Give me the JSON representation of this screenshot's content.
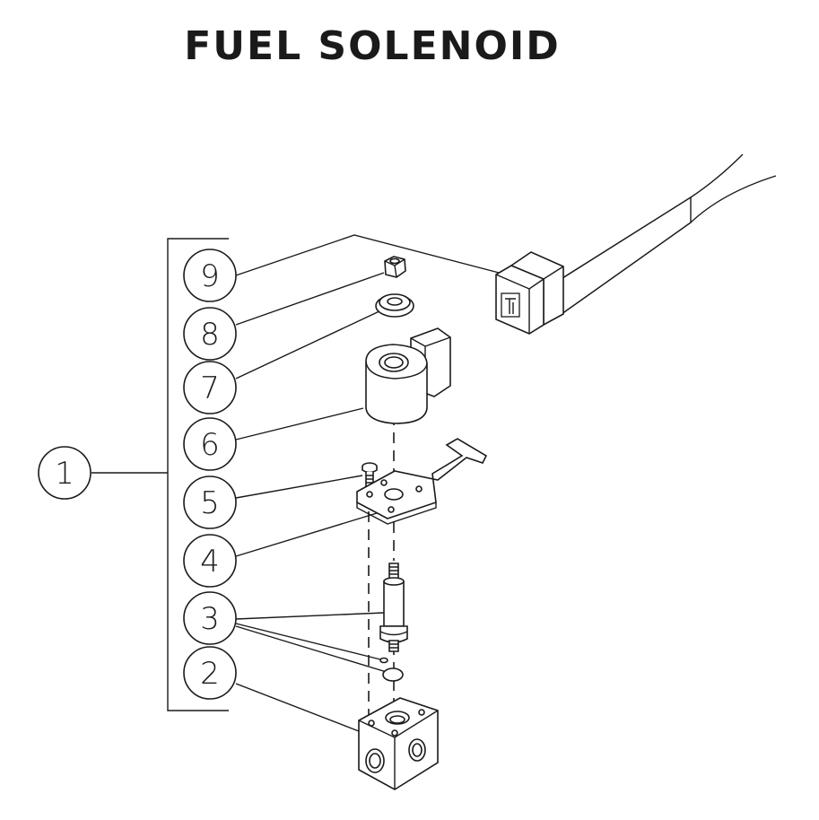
{
  "title": "FUEL SOLENOID",
  "callouts": {
    "c1": "1",
    "c2": "2",
    "c3": "3",
    "c4": "4",
    "c5": "5",
    "c6": "6",
    "c7": "7",
    "c8": "8",
    "c9": "9"
  },
  "colors": {
    "ink": "#1a1a1a",
    "background": "#ffffff"
  }
}
